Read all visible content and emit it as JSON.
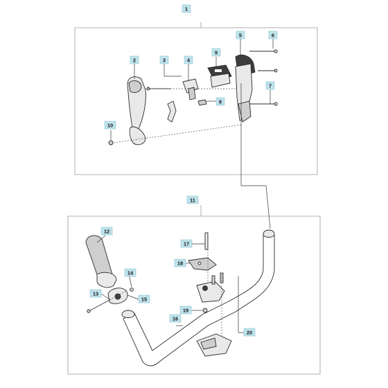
{
  "callouts": {
    "c1": "1",
    "c2": "2",
    "c3": "3",
    "c4": "4",
    "c5": "5",
    "c6": "6",
    "c7": "7",
    "c8": "8",
    "c9": "9",
    "c10": "10",
    "c11": "11",
    "c12": "12",
    "c13": "13",
    "c14": "14",
    "c15": "15",
    "c16": "16",
    "c17": "17",
    "c18": "18",
    "c19": "19",
    "c20": "20"
  },
  "colors": {
    "callout_fill": "#bfe3ec",
    "frame": "#9a9a9a",
    "part_outline": "#2a2a2a"
  }
}
